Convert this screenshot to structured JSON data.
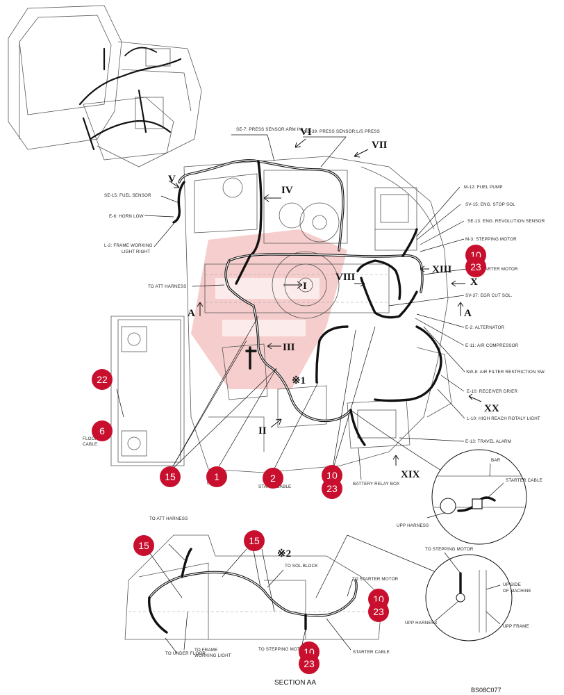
{
  "labels": {
    "se7": "SE-7: PRESS SENSOR:ARM IN",
    "se39": "SE-39: PRESS SENSOR:L/S PRESS",
    "se15": "SE-15: FUEL SENSOR",
    "e6": "E-6: HORN LOW",
    "l2a": "L-2: FRAME WORKING",
    "l2b": "LIGHT RIGHT",
    "to_att": "TO ATT HARNESS",
    "m12": "M-12: FUEL PUMP",
    "sv15": "SV-15: ENG. STOP SOL",
    "se13": "SE-13: ENG. REVOLUTION SENSOR",
    "m3": "M-3: STEPPING MOTOR",
    "m1": "M-1: STARTER MOTOR",
    "sv37": "SV-37: EGR CUT SOL.",
    "e2": "E-2: ALTERNATOR",
    "e11": "E-11: AIR COMPRESSOR",
    "sw8": "SW-8: AIR FILTER RESTRICTION SW.",
    "e10": "E-10: RECEIVER DRIER",
    "l10": "L-10: HIGH REACH ROTALY LIGHT",
    "e13": "E-13: TRAVEL ALARM",
    "floor_a": "FLOOR",
    "floor_b": "CABLE",
    "upp": "UPP HARNESS",
    "starter_cable": "STARTER CABLE",
    "battery_relay": "BATTERY RELAY BOX",
    "bar": "BAR",
    "to_stepping_motor": "TO STEPPING MOTOR",
    "up_side_a": "UP SIDE",
    "up_side_b": "OF MACHINE",
    "upp_frame": "UPP FRAME",
    "to_att2": "TO ATT HARNESS",
    "to_sol_block": "TO SOL.BLOCK",
    "to_starter_motor": "TO STARTER MOTOR",
    "to_under_floor": "TO UNDER FLOOR",
    "to_frame_a": "TO FRAME",
    "to_frame_b": "WORKING LIGHT",
    "to_stepping_moto": "TO STEPPING MOTO",
    "starter_cable2": "STARTER CABLE",
    "upp_frags": "UPP",
    "start_frag": "STAR",
    "cable_frag": "CABLE"
  },
  "views": {
    "I": "I",
    "II": "II",
    "III": "III",
    "IV": "IV",
    "V": "V",
    "VI": "VI",
    "VII": "VII",
    "VIII": "VIII",
    "X": "X",
    "XIII": "XIII",
    "XIX": "XIX",
    "XX": "XX",
    "A1": "A",
    "A2": "A",
    "mark1": "※1",
    "mark2": "※2"
  },
  "badges": {
    "b10a": "10",
    "b23a": "23",
    "b22": "22",
    "b6": "6",
    "b15a": "15",
    "b1": "1",
    "b2": "2",
    "b10b": "10",
    "b23b": "23",
    "b15b": "15",
    "b15c": "15",
    "b10c": "10",
    "b23c": "23",
    "b10d": "10",
    "b23d": "23"
  },
  "section_title": "SECTION AA",
  "drawing_code": "BS08C077",
  "colors": {
    "badge": "#c8102e",
    "line": "#111111",
    "watermark": "#e8a0a0"
  }
}
